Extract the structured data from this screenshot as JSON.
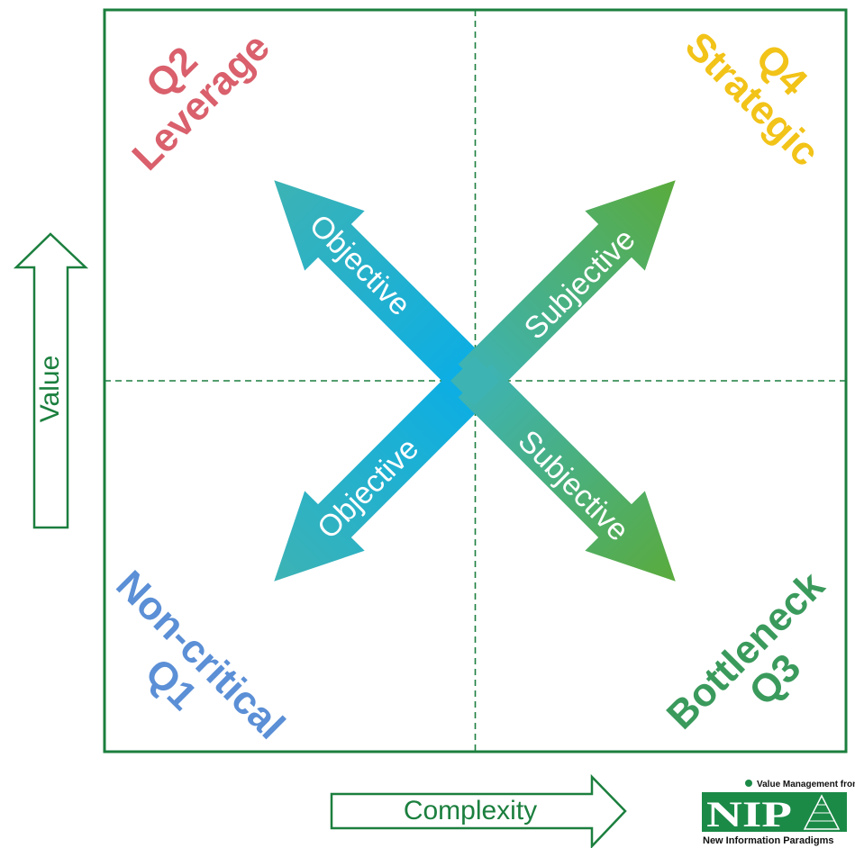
{
  "quadrants": {
    "q2": {
      "number": "Q2",
      "name": "Leverage",
      "color": "#d9606c"
    },
    "q4": {
      "number": "Q4",
      "name": "Strategic",
      "color": "#f2c318"
    },
    "q1": {
      "number": "Q1",
      "name": "Non-critical",
      "color": "#5b8fd6"
    },
    "q3": {
      "number": "Q3",
      "name": "Bottleneck",
      "color": "#3a9a5c"
    }
  },
  "arrows": {
    "upper_left": "Objective",
    "lower_left": "Objective",
    "upper_right": "Subjective",
    "lower_right": "Subjective",
    "objective_color": "#0aaee6",
    "subjective_color": "#5aab3c",
    "center_color": "#3db3b4"
  },
  "axes": {
    "y_label": "Value",
    "x_label": "Complexity",
    "color": "#1b7f3e"
  },
  "logo": {
    "tagline": "Value Management from",
    "mark": "NIP",
    "company": "New Information Paradigms",
    "color": "#1b8a47"
  }
}
